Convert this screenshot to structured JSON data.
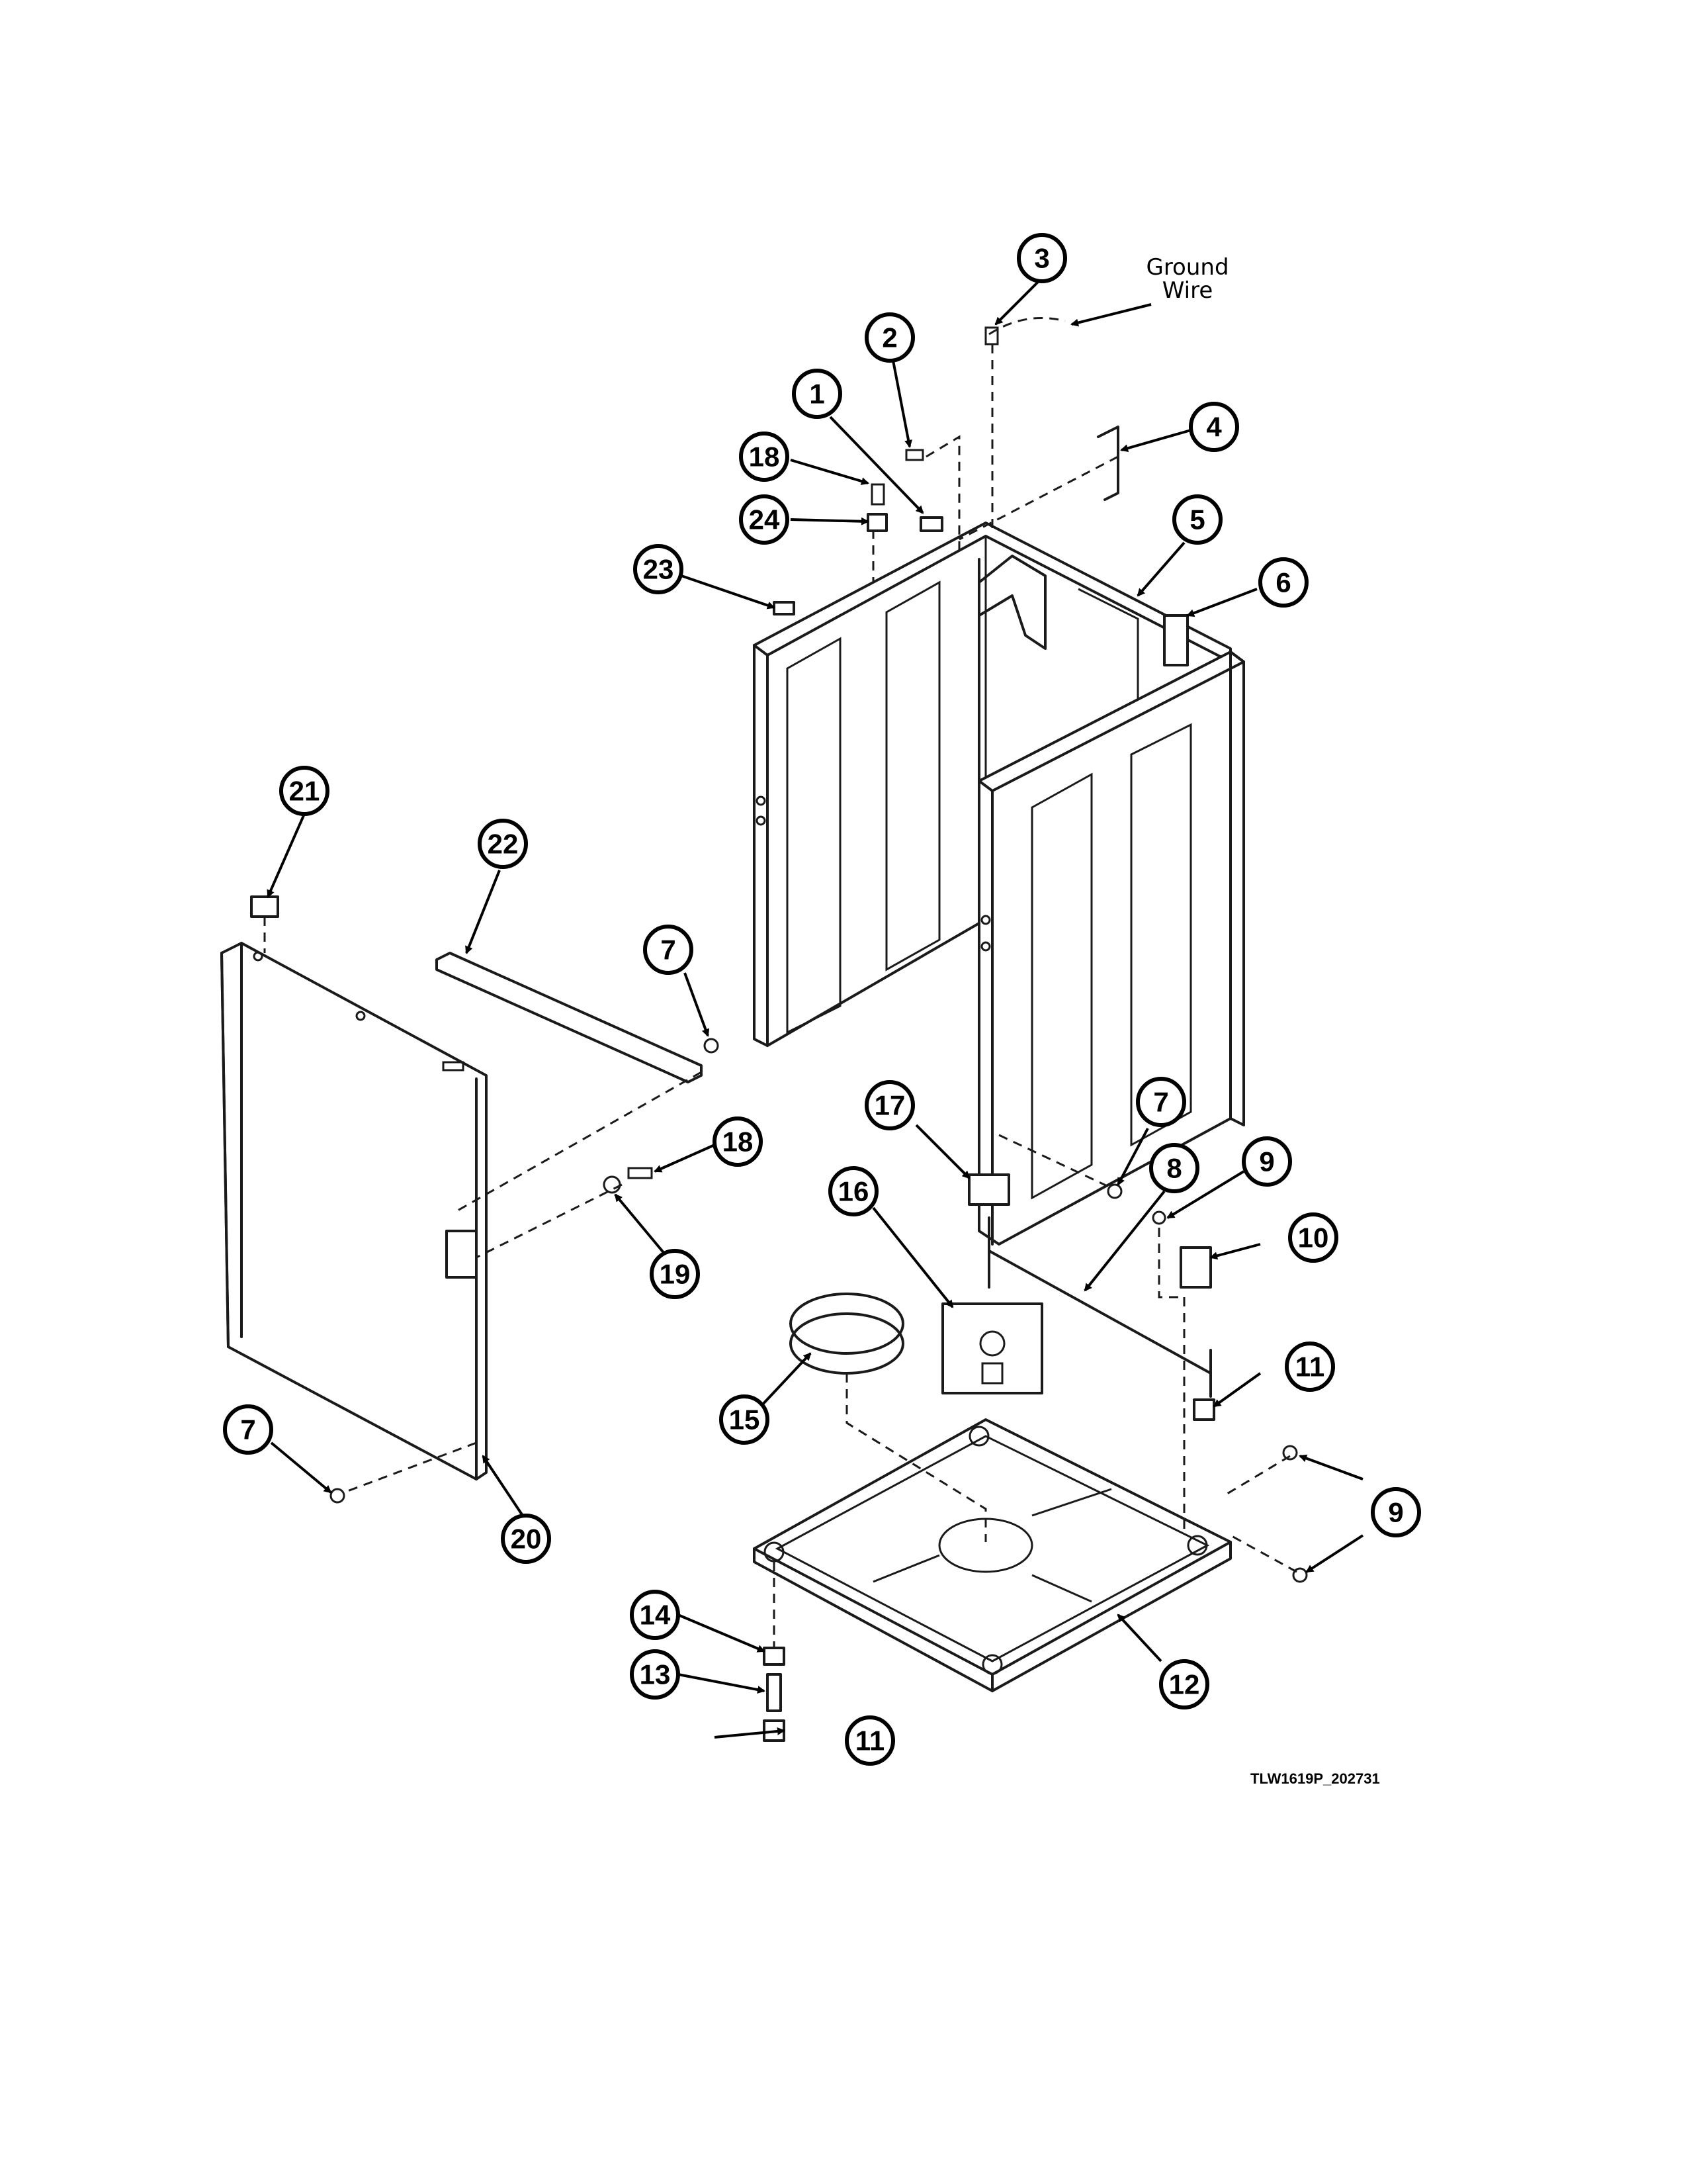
{
  "diagram": {
    "ground_wire_label_line1": "Ground",
    "ground_wire_label_line2": "Wire",
    "drawing_code": "TLW1619P_202731",
    "callouts": [
      "1",
      "2",
      "3",
      "4",
      "5",
      "6",
      "7",
      "7",
      "7",
      "8",
      "9",
      "9",
      "10",
      "11",
      "11",
      "12",
      "13",
      "14",
      "15",
      "16",
      "17",
      "18",
      "18",
      "19",
      "20",
      "21",
      "22",
      "23",
      "24"
    ]
  }
}
